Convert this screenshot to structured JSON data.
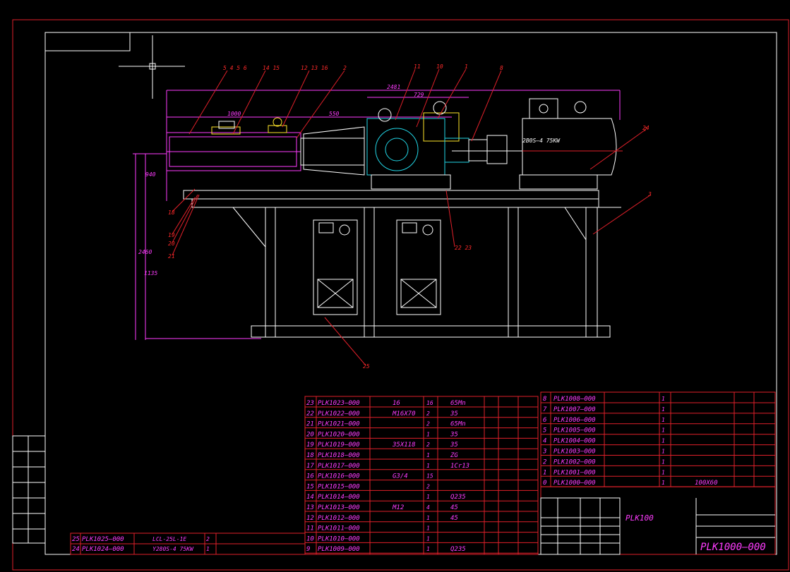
{
  "title_block": {
    "drawing_number": "PLK1000—000",
    "drawing_name": "PLK100"
  },
  "callouts": [
    "5 4 5 6",
    "14 15",
    "12 13 16",
    "2",
    "11",
    "10",
    "1",
    "8",
    "7",
    "24",
    "3",
    "18",
    "19",
    "20",
    "21",
    "25",
    "22 23"
  ],
  "dimensions": [
    "2481",
    "729",
    "1000",
    "550",
    "940",
    "2460",
    "1135",
    "2B0S—4  75KW"
  ],
  "bom_left": [
    {
      "no": "23",
      "code": "PLK1023—000",
      "spec": "16",
      "qty": "16",
      "material": "65Mn"
    },
    {
      "no": "22",
      "code": "PLK1022—000",
      "spec": "M16X70",
      "qty": "2",
      "material": "35"
    },
    {
      "no": "21",
      "code": "PLK1021—000",
      "spec": "",
      "qty": "2",
      "material": "65Mn"
    },
    {
      "no": "20",
      "code": "PLK1020—000",
      "spec": "",
      "qty": "1",
      "material": "35"
    },
    {
      "no": "19",
      "code": "PLK1019—000",
      "spec": "35X118",
      "qty": "2",
      "material": "35"
    },
    {
      "no": "18",
      "code": "PLK1018—000",
      "spec": "",
      "qty": "1",
      "material": "ZG"
    },
    {
      "no": "17",
      "code": "PLK1017—000",
      "spec": "",
      "qty": "1",
      "material": "1Cr13"
    },
    {
      "no": "16",
      "code": "PLK1016—000",
      "spec": "G3/4",
      "qty": "15",
      "material": ""
    },
    {
      "no": "15",
      "code": "PLK1015—000",
      "spec": "",
      "qty": "2",
      "material": ""
    },
    {
      "no": "14",
      "code": "PLK1014—000",
      "spec": "",
      "qty": "1",
      "material": "Q235"
    },
    {
      "no": "13",
      "code": "PLK1013—000",
      "spec": "M12",
      "qty": "4",
      "material": "45"
    },
    {
      "no": "12",
      "code": "PLK1012—000",
      "spec": "",
      "qty": "1",
      "material": "45"
    },
    {
      "no": "11",
      "code": "PLK1011—000",
      "spec": "",
      "qty": "1",
      "material": ""
    },
    {
      "no": "10",
      "code": "PLK1010—000",
      "spec": "",
      "qty": "1",
      "material": ""
    },
    {
      "no": "9",
      "code": "PLK1009—000",
      "spec": "",
      "qty": "1",
      "material": "Q235"
    }
  ],
  "bom_bottom": [
    {
      "no": "25",
      "code": "PLK1025—000",
      "spec": "LCL-25L-1E",
      "qty": "2"
    },
    {
      "no": "24",
      "code": "PLK1024—000",
      "spec": "Y280S-4  75KW",
      "qty": "1"
    }
  ],
  "bom_right": [
    {
      "no": "8",
      "code": "PLK1008—000",
      "qty": "1"
    },
    {
      "no": "7",
      "code": "PLK1007—000",
      "qty": "1"
    },
    {
      "no": "6",
      "code": "PLK1006—000",
      "qty": "1"
    },
    {
      "no": "5",
      "code": "PLK1005—000",
      "qty": "1"
    },
    {
      "no": "4",
      "code": "PLK1004—000",
      "qty": "1"
    },
    {
      "no": "3",
      "code": "PLK1003—000",
      "qty": "1"
    },
    {
      "no": "2",
      "code": "PLK1002—000",
      "qty": "1"
    },
    {
      "no": "1",
      "code": "PLK1001—000",
      "qty": "1"
    },
    {
      "no": "0",
      "code": "PLK1000—000",
      "qty": "1",
      "spec": "100X60"
    }
  ]
}
